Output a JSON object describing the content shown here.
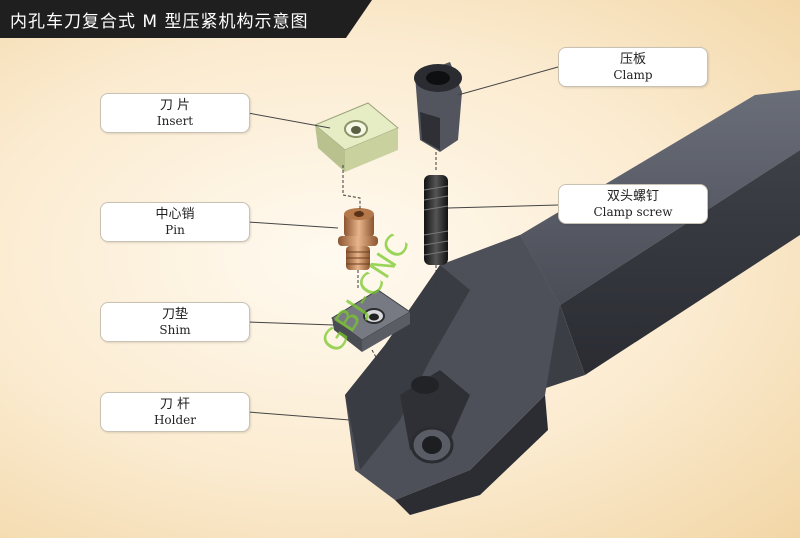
{
  "title": "内孔车刀复合式 M 型压紧机构示意图",
  "labels": {
    "insert": {
      "cn": "刀 片",
      "en": "Insert"
    },
    "pin": {
      "cn": "中心销",
      "en": "Pin"
    },
    "shim": {
      "cn": "刀垫",
      "en": "Shim"
    },
    "holder": {
      "cn": "刀 杆",
      "en": "Holder"
    },
    "clamp": {
      "cn": "压板",
      "en": "Clamp"
    },
    "clamp_screw": {
      "cn": "双头螺钉",
      "en": "Clamp screw"
    }
  },
  "watermark": "GBJ-CNC",
  "colors": {
    "title_bg": "#1f1f1f",
    "holder": "#4b4e57",
    "insert": "#d9e3b0",
    "pin": "#c98f5e",
    "watermark": "#78c828"
  }
}
